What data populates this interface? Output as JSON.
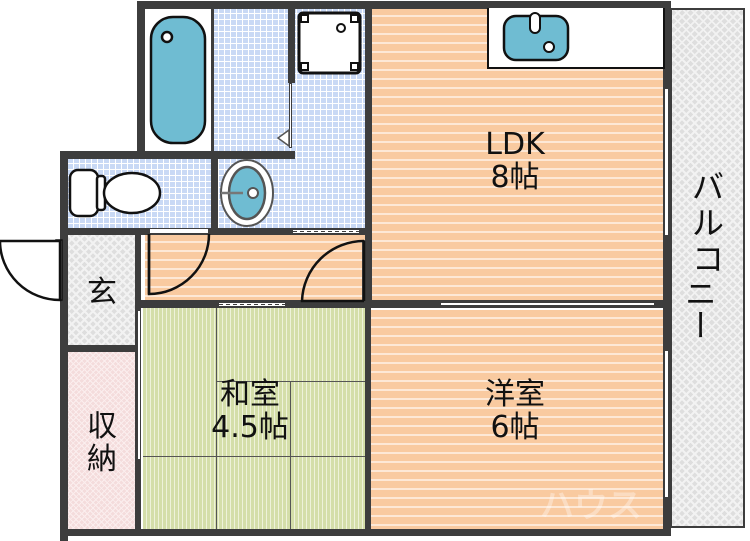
{
  "floor_plan": {
    "rooms": {
      "ldk": {
        "name": "LDK",
        "size": "8帖"
      },
      "washitsu": {
        "name": "和室",
        "size": "4.5帖"
      },
      "youshitsu": {
        "name": "洋室",
        "size": "6帖"
      },
      "genkan": {
        "name": "玄"
      },
      "storage": {
        "line1": "収",
        "line2": "納"
      },
      "balcony": {
        "chars": [
          "バ",
          "ル",
          "コ",
          "ニ",
          "ー"
        ]
      }
    },
    "fixtures": [
      "bathtub",
      "washing-machine-space",
      "toilet",
      "wash-basin",
      "kitchen-sink"
    ],
    "watermark": "ハウス",
    "colors": {
      "wall": "#3d3d3d",
      "flooring": "#f9caa0",
      "tile": "#c9d9f5",
      "tatami": "#d9e2b4",
      "fixture_blue": "#6fbcd2",
      "balcony": "#dedede",
      "storage": "#f4dcdc"
    }
  }
}
